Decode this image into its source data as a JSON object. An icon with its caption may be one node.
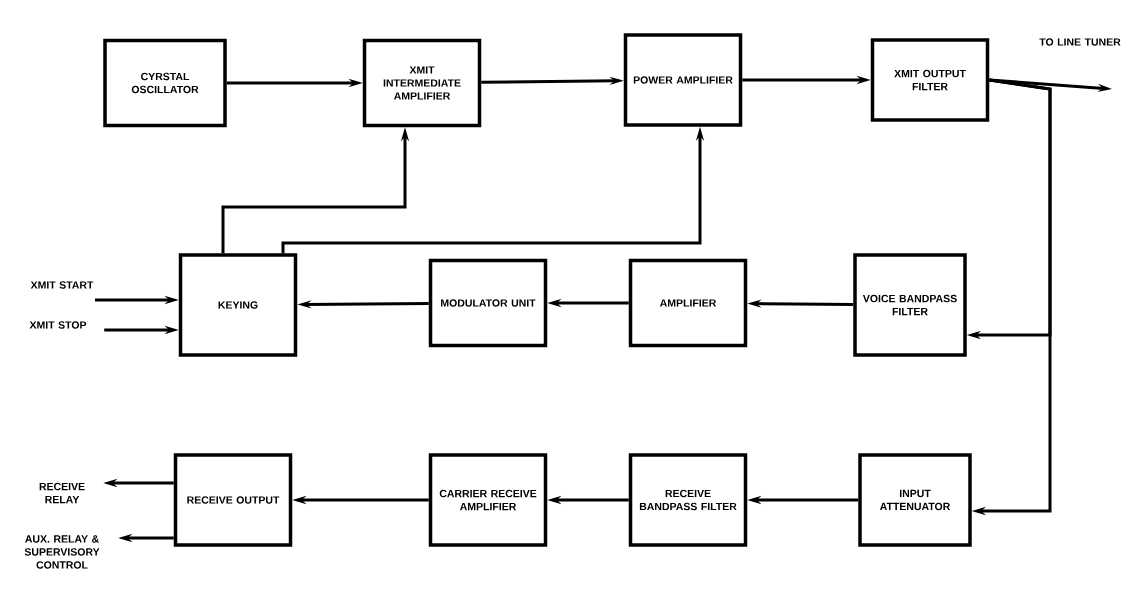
{
  "diagram": {
    "nodes": [
      {
        "text": [
          "CYRSTAL OSCILLATOR"
        ]
      },
      {
        "text": [
          "XMIT INTERMEDIATE AMPLIFIER"
        ]
      },
      {
        "text": [
          "POWER AMPLIFIER"
        ]
      },
      {
        "text": [
          "XMIT OUTPUT FILTER"
        ]
      },
      {
        "text": [
          "TO LINE TUNER"
        ]
      },
      {
        "text": [
          "XMIT START"
        ]
      },
      {
        "text": [
          "XMIT STOP"
        ]
      },
      {
        "text": [
          "KEYING"
        ]
      },
      {
        "text": [
          "MODULATOR UNIT"
        ]
      },
      {
        "text": [
          "AMPLIFIER"
        ]
      },
      {
        "text": [
          "VOICE BANDPASS FILTER"
        ]
      },
      {
        "text": [
          "RECEIVE RELAY"
        ]
      },
      {
        "text": [
          "AUX. RELAY & SUPERVISORY CONTROL"
        ]
      },
      {
        "text": [
          "RECEIVE OUTPUT"
        ]
      },
      {
        "text": [
          "CARRIER RECEIVE AMPLIFIER"
        ]
      },
      {
        "text": [
          "RECEIVE BANDPASS FILTER"
        ]
      },
      {
        "text": [
          "INPUT ATTENUATOR"
        ]
      }
    ],
    "edges": [
      {
        "from": 0,
        "to": 1,
        "arrow": "to"
      },
      {
        "from": 1,
        "to": 2,
        "arrow": "to"
      },
      {
        "from": 2,
        "to": 3,
        "arrow": "to"
      },
      {
        "from": 3,
        "to": 4,
        "arrow": "to"
      },
      {
        "from": 3,
        "to": 10,
        "arrow": "to"
      },
      {
        "from": 3,
        "to": 16,
        "arrow": "to"
      },
      {
        "from": 7,
        "to": 1,
        "arrow": "to"
      },
      {
        "from": 7,
        "to": 2,
        "arrow": "to"
      },
      {
        "from": 5,
        "to": 7,
        "arrow": "to"
      },
      {
        "from": 6,
        "to": 7,
        "arrow": "to"
      },
      {
        "from": 10,
        "to": 9,
        "arrow": "to"
      },
      {
        "from": 9,
        "to": 8,
        "arrow": "to"
      },
      {
        "from": 8,
        "to": 7,
        "arrow": "to"
      },
      {
        "from": 16,
        "to": 15,
        "arrow": "to"
      },
      {
        "from": 15,
        "to": 14,
        "arrow": "to"
      },
      {
        "from": 14,
        "to": 13,
        "arrow": "to"
      },
      {
        "from": 13,
        "to": 11,
        "arrow": "to"
      },
      {
        "from": 13,
        "to": 12,
        "arrow": "to"
      }
    ]
  }
}
